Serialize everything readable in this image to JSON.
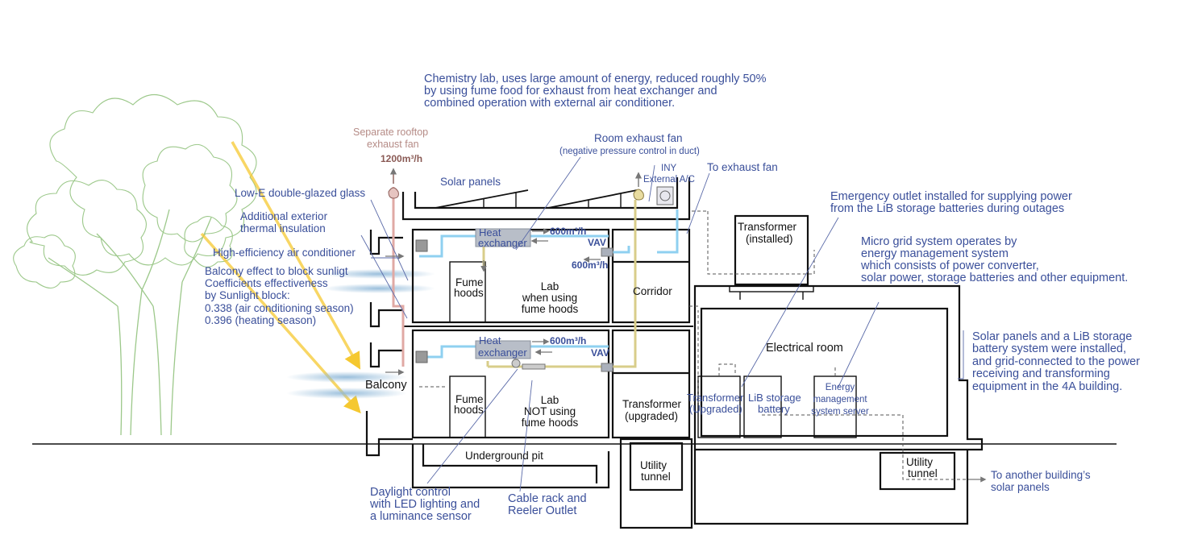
{
  "annotations": {
    "chemistry_lab": [
      "Chemistry lab, uses large amount of energy, reduced roughly 50%",
      "by using fume food for exhaust from heat exchanger and",
      "combined operation with external air conditioner."
    ],
    "rooftop_fan": [
      "Separate rooftop",
      "exhaust fan"
    ],
    "rooftop_flow": "1200m³/h",
    "room_exhaust_fan": "Room exhaust fan",
    "room_exhaust_note": "(negative pressure control in duct)",
    "iny": "INY",
    "external_ac": "External A/C",
    "to_exhaust_fan": "To exhaust fan",
    "solar_panels": "Solar panels",
    "low_e_glass": "Low-E double-glazed glass",
    "insulation": [
      "Additional exterior",
      "thermal insulation"
    ],
    "air_conditioner": "High-efficiency air conditioner",
    "balcony_effect": [
      "Balcony effect to block sunligt",
      "Coefficients effectiveness",
      "by Sunlight block:",
      "0.338 (air conditioning season)",
      "0.396 (heating season)"
    ],
    "emergency_outlet": [
      "Emergency outlet installed for supplying power",
      "from the LiB storage batteries during outages"
    ],
    "micro_grid": [
      "Micro grid system operates by",
      "energy management system",
      "which consists of power converter,",
      "solar power, storage batteries and other equipment."
    ],
    "solar_lib": [
      "Solar panels and a LiB storage",
      "battery system were installed,",
      "and grid-connected to the power",
      "receiving and transforming",
      "equipment in the 4A building."
    ],
    "daylight": [
      "Daylight control",
      "with LED lighting and",
      "a luminance sensor"
    ],
    "cable_rack": [
      "Cable rack and",
      "Reeler Outlet"
    ],
    "another_building": [
      "To another building’s",
      "solar panels"
    ]
  },
  "rooms": {
    "heat_exchanger": [
      "Heat",
      "exchanger"
    ],
    "flow_600": "600m³/h",
    "vav": "VAV",
    "fume_hoods": [
      "Fume",
      "hoods"
    ],
    "lab_using": [
      "Lab",
      "when using",
      "fume hoods"
    ],
    "lab_not_using": [
      "Lab",
      "NOT using",
      "fume hoods"
    ],
    "corridor": "Corridor",
    "transformer_installed": [
      "Transformer",
      "(installed)"
    ],
    "electrical_room": "Electrical room",
    "balcony": "Balcony",
    "transformer_upgraded": [
      "Transformer",
      "(upgraded)"
    ],
    "transformer_upgraded_2": [
      "Transformer",
      "(Upgraded)"
    ],
    "lib_battery": [
      "LiB storage",
      "battery"
    ],
    "ems_server": [
      "Energy",
      "management",
      "system server"
    ],
    "underground_pit": "Underground pit",
    "utility_tunnel": [
      "Utility",
      "tunnel"
    ]
  },
  "colors": {
    "annotation_text": "#3a4f9a",
    "supply_duct": "#8fd0f0",
    "exhaust_duct": "#d8cd8a",
    "rooftop_duct": "#e0a9a4",
    "sunlight": "#f5c830",
    "tree": "#9cc88a"
  }
}
